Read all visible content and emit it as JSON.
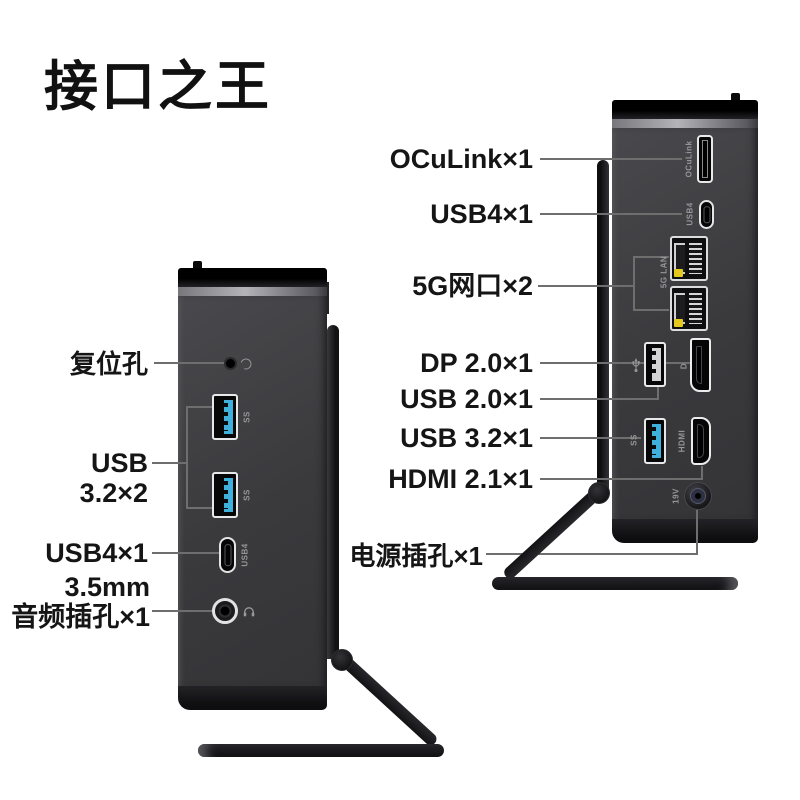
{
  "title": "接口之王",
  "colors": {
    "background": "#ffffff",
    "device_body": "#3b3b3e",
    "device_cap": "#0d0d0f",
    "usb_blue": "#3fb0dc",
    "lan_led_yellow": "#e3c81e",
    "connector_line": "#6e6e6e",
    "label_text": "#151515",
    "marking_gray": "#97979b"
  },
  "left_device": {
    "annotations": {
      "reset": "复位孔",
      "usb32": "USB 3.2×2",
      "usb4": "USB4×1",
      "audio_line1": "3.5mm",
      "audio_line2": "音频插孔×1"
    },
    "markings": {
      "ss": "SS",
      "usb4": "USB4"
    }
  },
  "right_device": {
    "annotations": {
      "oculink": "OCuLink×1",
      "usb4": "USB4×1",
      "lan": "5G网口×2",
      "dp": "DP 2.0×1",
      "usb2": "USB 2.0×1",
      "usb32": "USB 3.2×1",
      "hdmi": "HDMI 2.1×1",
      "power": "电源插孔×1"
    },
    "markings": {
      "oculink": "OCuLink",
      "usb4": "USB4",
      "lan": "5G LAN",
      "ss": "SS",
      "hdmi": "HDMI",
      "dp": "D",
      "power": "19V"
    }
  }
}
